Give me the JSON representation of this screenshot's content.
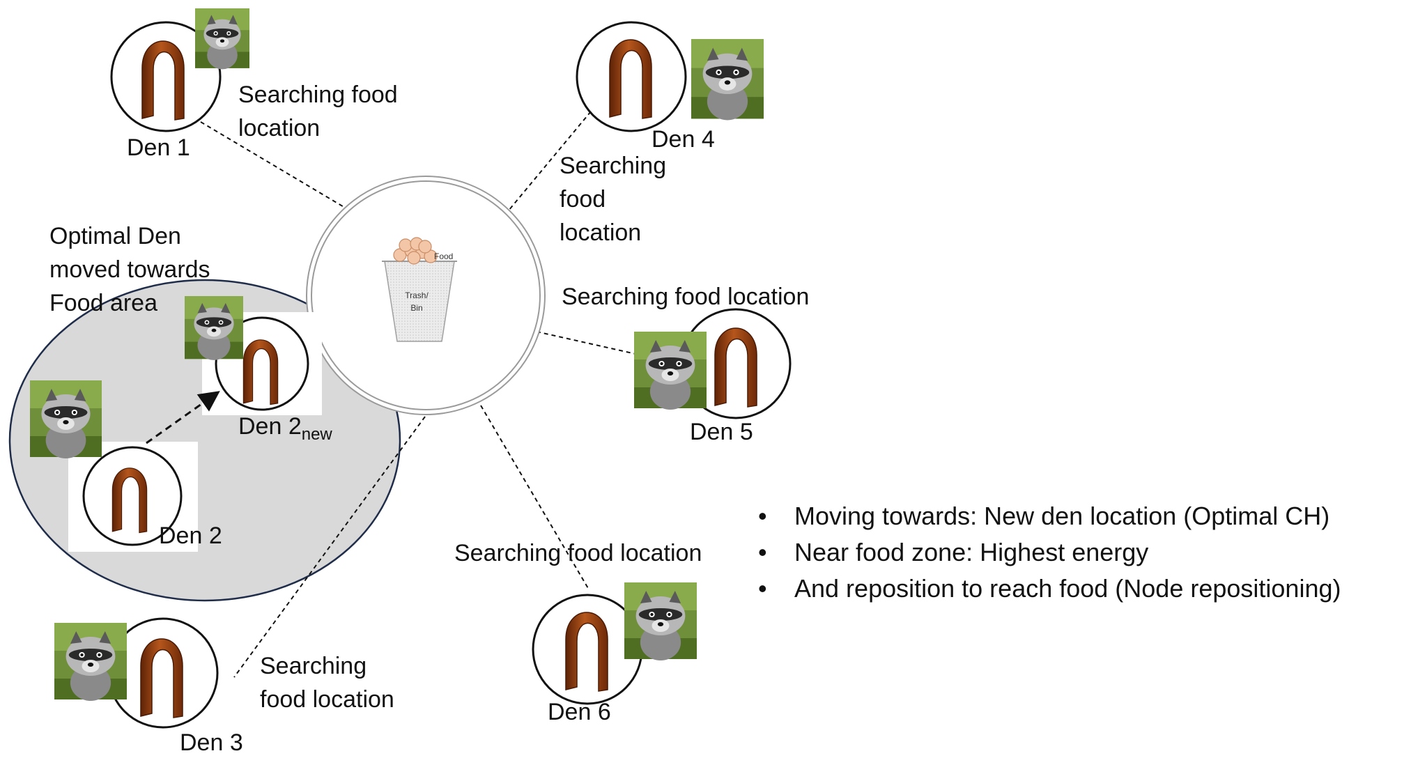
{
  "diagram": {
    "dens": [
      {
        "id": "den1",
        "label": "Den 1"
      },
      {
        "id": "den2",
        "label": "Den 2"
      },
      {
        "id": "den2new",
        "label": "Den 2",
        "subscript": "new"
      },
      {
        "id": "den3",
        "label": "Den 3"
      },
      {
        "id": "den4",
        "label": "Den 4"
      },
      {
        "id": "den5",
        "label": "Den 5"
      },
      {
        "id": "den6",
        "label": "Den 6"
      }
    ],
    "search_labels": {
      "den1": [
        "Searching food",
        "location"
      ],
      "den4": [
        "Searching",
        "food",
        "location"
      ],
      "den5": [
        "Searching food location"
      ],
      "den6": [
        "Searching food location"
      ],
      "den3": [
        "Searching",
        "food location"
      ]
    },
    "optimal_den_note": [
      "Optimal Den",
      "moved towards",
      "Food area"
    ],
    "bin": {
      "label_line1": "Trash/",
      "label_line2": "Bin",
      "food_label": "Food"
    },
    "bullets": [
      "Moving towards: New den location (Optimal CH)",
      "Near food zone: Highest energy",
      "And reposition to reach food (Node repositioning)"
    ],
    "colors": {
      "den_arch": "#8b3a0e",
      "zone_fill": "#d9d9d9",
      "zone_stroke": "#1f2d4a",
      "food": "#f2c6a6"
    },
    "icons": [
      "raccoon-photo",
      "den-arch-icon",
      "trash-bin-icon",
      "food-icon",
      "arrow-icon"
    ]
  }
}
